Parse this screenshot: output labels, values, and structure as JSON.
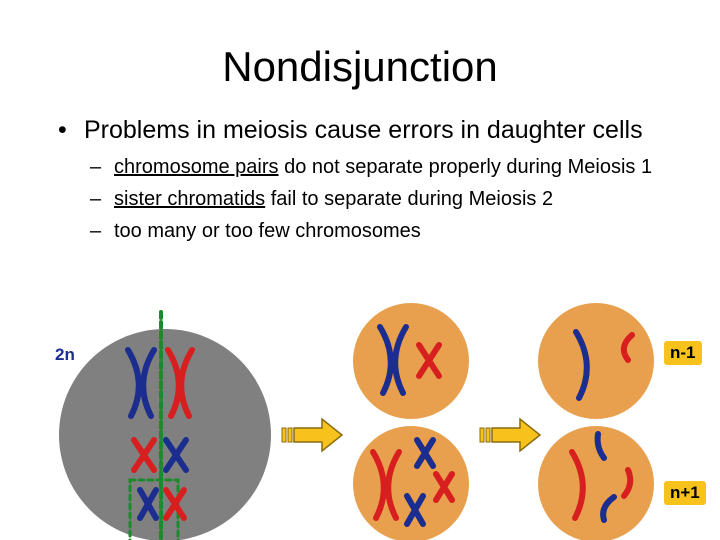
{
  "slide": {
    "title": "Nondisjunction",
    "bullet_main": "Problems in meiosis cause errors in daughter cells",
    "sub1_underlined": "chromosome pairs",
    "sub1_rest": " do not separate properly during Meiosis 1",
    "sub2_underlined": "sister chromatids",
    "sub2_rest": " fail to separate during Meiosis 2",
    "sub3": "too many or too few chromosomes",
    "bullet_char": "•",
    "dash_char": "–"
  },
  "diagram": {
    "parent_label": "2n",
    "tag_top": "n-1",
    "tag_bottom": "n+1",
    "colors": {
      "parent_cell": "#808080",
      "daughter_cell": "#e9a04e",
      "blue": "#1b2d8e",
      "red": "#d71f1f",
      "divider": "#1a8a2a",
      "arrow": "#f7c21b",
      "tag": "#f7c21b"
    }
  }
}
